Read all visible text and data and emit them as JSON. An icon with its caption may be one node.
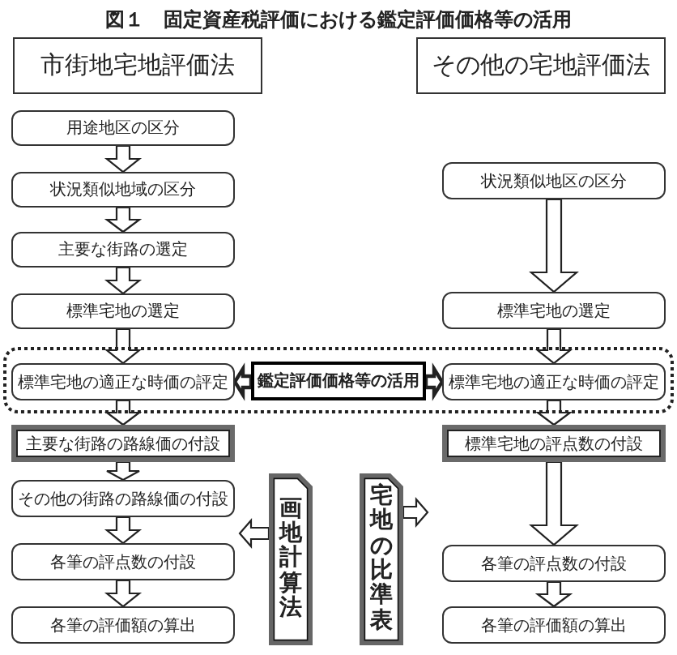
{
  "diagram": {
    "title": "図１　固定資産税評価における鑑定評価価格等の活用",
    "nodes": [
      {
        "text": [
          "市街地宅地評価法"
        ]
      },
      {
        "text": [
          "その他の宅地評価法"
        ]
      },
      {
        "text": [
          "用途地区の区分"
        ]
      },
      {
        "text": [
          "状況類似地域の区分"
        ]
      },
      {
        "text": [
          "状況類似地区の区分"
        ]
      },
      {
        "text": [
          "主要な街路の選定"
        ]
      },
      {
        "text": [
          "標準宅地の選定"
        ]
      },
      {
        "text": [
          "標準宅地の選定"
        ]
      },
      {
        "text": [],
        "shape": "box"
      },
      {
        "text": [
          "標準宅地の適正な時価の評定"
        ],
        "in": 8
      },
      {
        "text": [
          "鑑定評価価格等の活用"
        ],
        "in": 8
      },
      {
        "text": [
          "標準宅地の適正な時価の評定"
        ],
        "in": 8
      },
      {
        "text": [
          "主要な街路の路線価の付設"
        ]
      },
      {
        "text": [
          "標準宅地の評点数の付設"
        ]
      },
      {
        "text": [
          "その他の街路の路線価の付設"
        ]
      },
      {
        "text": [
          "画地計算法"
        ]
      },
      {
        "text": [
          "宅地の比準表"
        ]
      },
      {
        "text": [
          "各筆の評点数の付設"
        ]
      },
      {
        "text": [
          "各筆の評点数の付設"
        ]
      },
      {
        "text": [
          "各筆の評価額の算出"
        ]
      },
      {
        "text": [
          "各筆の評価額の算出"
        ]
      }
    ],
    "edges": [
      {
        "from": 2,
        "to": 3,
        "arrow": "to"
      },
      {
        "from": 3,
        "to": 5,
        "arrow": "to"
      },
      {
        "from": 5,
        "to": 6,
        "arrow": "to"
      },
      {
        "from": 6,
        "to": 9,
        "arrow": "to"
      },
      {
        "from": 9,
        "to": 12,
        "arrow": "to"
      },
      {
        "from": 12,
        "to": 14,
        "arrow": "to"
      },
      {
        "from": 14,
        "to": 17,
        "arrow": "to"
      },
      {
        "from": 17,
        "to": 19,
        "arrow": "to"
      },
      {
        "from": 4,
        "to": 7,
        "arrow": "to"
      },
      {
        "from": 7,
        "to": 11,
        "arrow": "to"
      },
      {
        "from": 11,
        "to": 13,
        "arrow": "to"
      },
      {
        "from": 13,
        "to": 18,
        "arrow": "to"
      },
      {
        "from": 18,
        "to": 20,
        "arrow": "to"
      },
      {
        "from": 10,
        "to": 9,
        "arrow": "to",
        "style": "thick"
      },
      {
        "from": 10,
        "to": 11,
        "arrow": "to",
        "style": "thick"
      },
      {
        "from": 15,
        "to": null,
        "arrow": "to"
      },
      {
        "from": 16,
        "to": null,
        "arrow": "to"
      }
    ]
  }
}
